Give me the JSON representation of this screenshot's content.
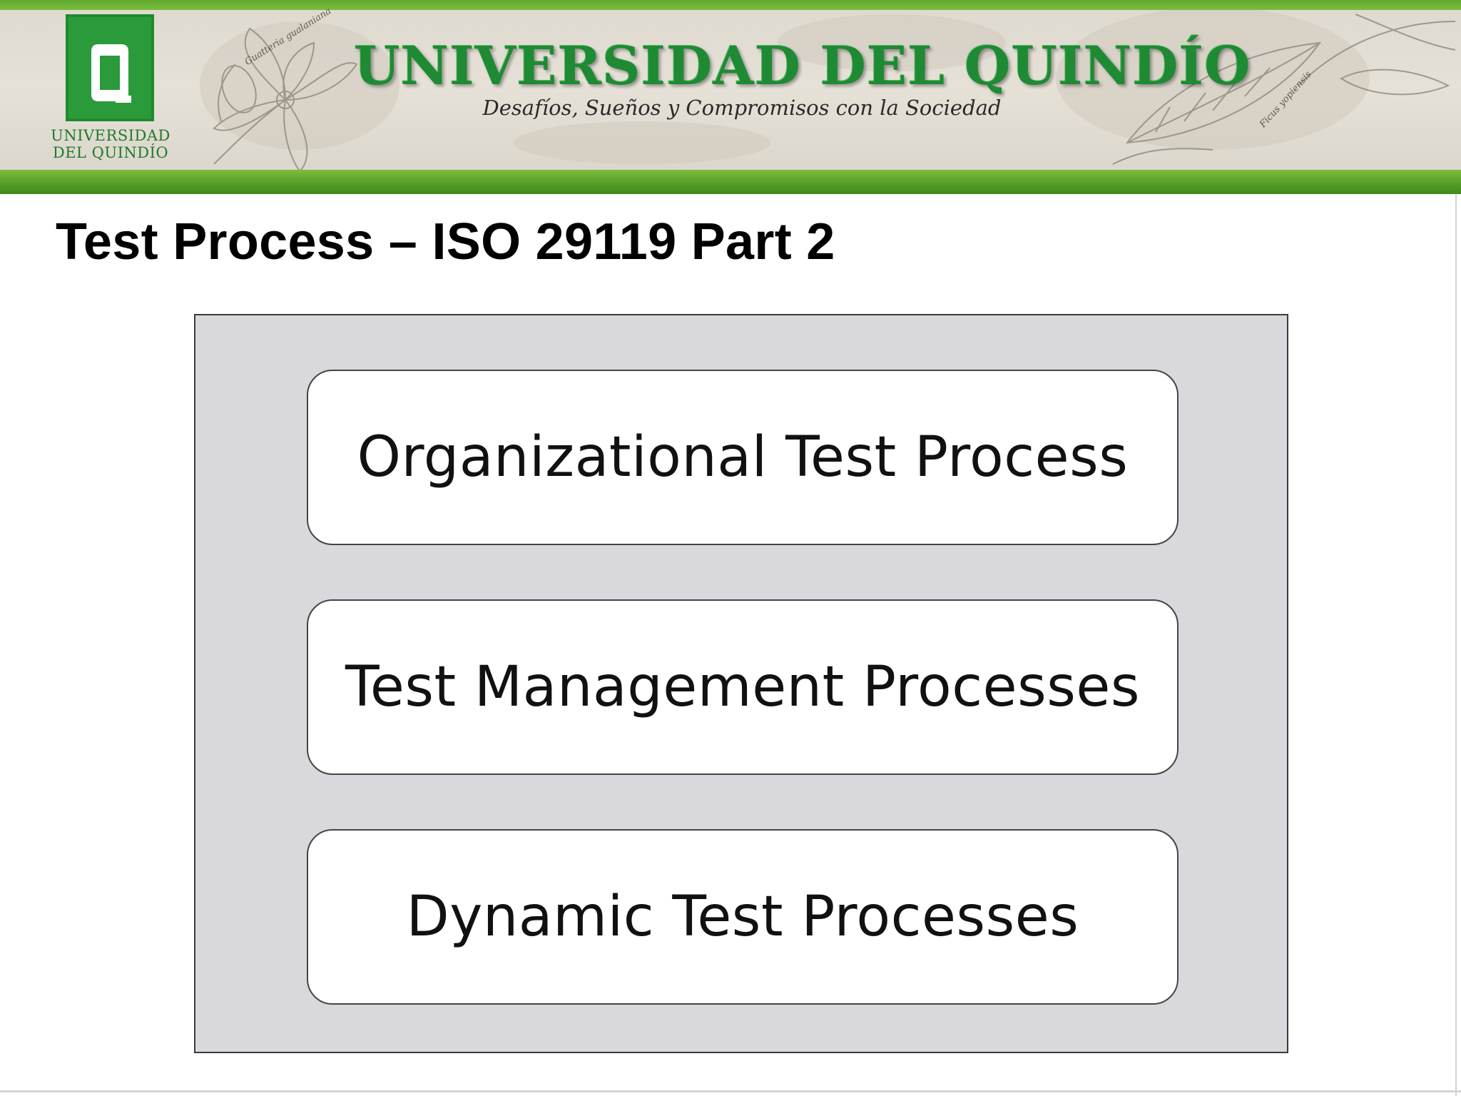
{
  "header": {
    "logo": {
      "icon": "university-shield-icon",
      "caption_line1": "UNIVERSIDAD",
      "caption_line2": "DEL QUINDÍO"
    },
    "title": "UNIVERSIDAD DEL QUINDÍO",
    "motto": "Desafíos, Sueños y Compromisos con la Sociedad",
    "plant_label_left": "Guatteria gualaniana",
    "plant_label_right": "Ficus yopiensis",
    "colors": {
      "green": "#1e8a34",
      "stripe": "#5fa92c"
    }
  },
  "slide": {
    "title": "Test Process – ISO 29119 Part 2",
    "diagram": {
      "background": "#d9d8dc",
      "boxes": [
        {
          "label": "Organizational Test Process"
        },
        {
          "label": "Test Management Processes"
        },
        {
          "label": "Dynamic Test Processes"
        }
      ]
    }
  }
}
